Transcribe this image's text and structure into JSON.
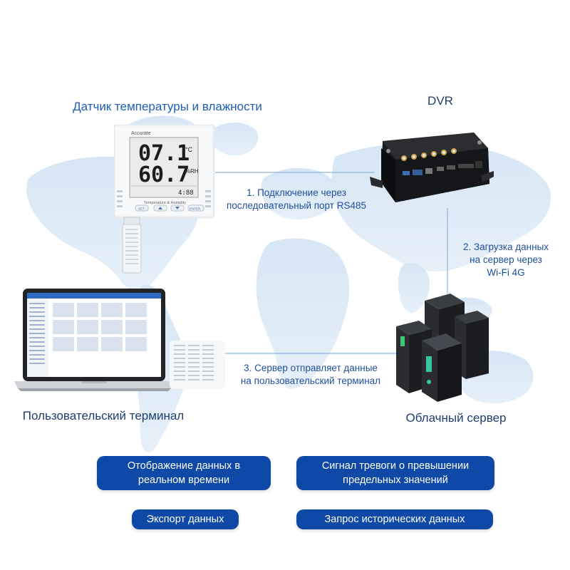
{
  "nodes": {
    "sensor_title": "Датчик температуры и влажности",
    "dvr_title": "DVR",
    "terminal_title": "Пользовательский терминал",
    "cloud_title": "Облачный сервер"
  },
  "sensor_display": {
    "brand": "Accurate",
    "temperature": "07.1",
    "temperature_unit": "°C",
    "humidity": "60.7",
    "humidity_unit": "%RH",
    "small_reading": "4:88",
    "caption": "Temperature & Humidity",
    "btn_set": "SET",
    "btn_enter": "ENTER"
  },
  "steps": {
    "step1_line1": "1. Подключение через",
    "step1_line2": "последовательный порт RS485",
    "step2_line1": "2. Загрузка данных",
    "step2_line2": "на сервер через",
    "step2_line3": "Wi-Fi 4G",
    "step3_line1": "3. Сервер отправляет данные",
    "step3_line2": "на пользовательский терминал"
  },
  "features": {
    "realtime_line1": "Отображение данных в",
    "realtime_line2": "реальном времени",
    "alarm_line1": "Сигнал тревоги о превышении",
    "alarm_line2": "предельных значений",
    "export": "Экспорт данных",
    "history": "Запрос исторических данных"
  },
  "colors": {
    "accent_blue": "#0f49a8",
    "title_blue": "#1e5fb4",
    "connector_line": "#8fb2d9"
  }
}
